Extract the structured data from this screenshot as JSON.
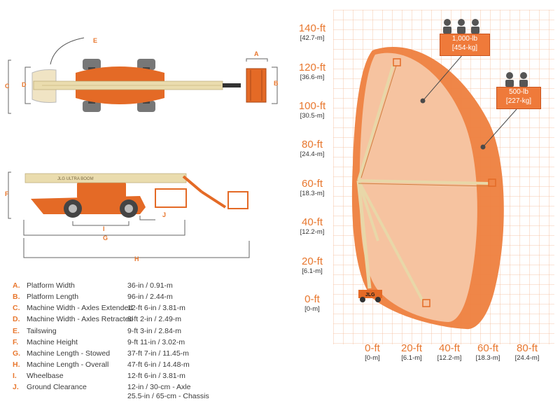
{
  "dimension_letters": {
    "a": "A",
    "b": "B",
    "c": "C",
    "d": "D",
    "e": "E",
    "f": "F",
    "g": "G",
    "h": "H",
    "i": "I",
    "j": "J"
  },
  "specs": [
    {
      "letter": "A.",
      "label": "Platform Width",
      "value": "36-in / 0.91-m"
    },
    {
      "letter": "B.",
      "label": "Platform Length",
      "value": "96-in / 2.44-m"
    },
    {
      "letter": "C.",
      "label": "Machine Width - Axles Extended",
      "value": "12-ft 6-in / 3.81-m"
    },
    {
      "letter": "D.",
      "label": "Machine Width - Axles Retracted",
      "value": "8-ft 2-in / 2.49-m"
    },
    {
      "letter": "E.",
      "label": "Tailswing",
      "value": "9-ft 3-in / 2.84-m"
    },
    {
      "letter": "F.",
      "label": "Machine Height",
      "value": "9-ft 11-in / 3.02-m"
    },
    {
      "letter": "G.",
      "label": "Machine Length - Stowed",
      "value": "37-ft 7-in / 11.45-m"
    },
    {
      "letter": "H.",
      "label": "Machine Length - Overall",
      "value": "47-ft 6-in / 14.48-m"
    },
    {
      "letter": "I.",
      "label": "Wheelbase",
      "value": "12-ft 6-in / 3.81-m"
    },
    {
      "letter": "J.",
      "label": "Ground Clearance",
      "value": "12-in / 30-cm - Axle",
      "value2": "25.5-in / 65-cm - Chassis"
    }
  ],
  "y_axis": [
    {
      "ft": "140-ft",
      "m": "[42.7-m]"
    },
    {
      "ft": "120-ft",
      "m": "[36.6-m]"
    },
    {
      "ft": "100-ft",
      "m": "[30.5-m]"
    },
    {
      "ft": "80-ft",
      "m": "[24.4-m]"
    },
    {
      "ft": "60-ft",
      "m": "[18.3-m]"
    },
    {
      "ft": "40-ft",
      "m": "[12.2-m]"
    },
    {
      "ft": "20-ft",
      "m": "[6.1-m]"
    },
    {
      "ft": "0-ft",
      "m": "[0-m]"
    }
  ],
  "x_axis": [
    {
      "ft": "0-ft",
      "m": "[0-m]"
    },
    {
      "ft": "20-ft",
      "m": "[6.1-m]"
    },
    {
      "ft": "40-ft",
      "m": "[12.2-m]"
    },
    {
      "ft": "60-ft",
      "m": "[18.3-m]"
    },
    {
      "ft": "80-ft",
      "m": "[24.4-m]"
    }
  ],
  "load_zones": {
    "inner": {
      "line1": "1,000-lb",
      "line2": "[454-kg]"
    },
    "outer": {
      "line1": "500-lb",
      "line2": "[227-kg]"
    }
  },
  "machine_brand": "JLG",
  "boom_decal": "JLG ULTRA BOOM",
  "colors": {
    "orange": "#e8772e",
    "light_zone": "#f6c3a0",
    "dark_zone": "#ee7f3e",
    "boom_tan": "#e8d7a8"
  }
}
